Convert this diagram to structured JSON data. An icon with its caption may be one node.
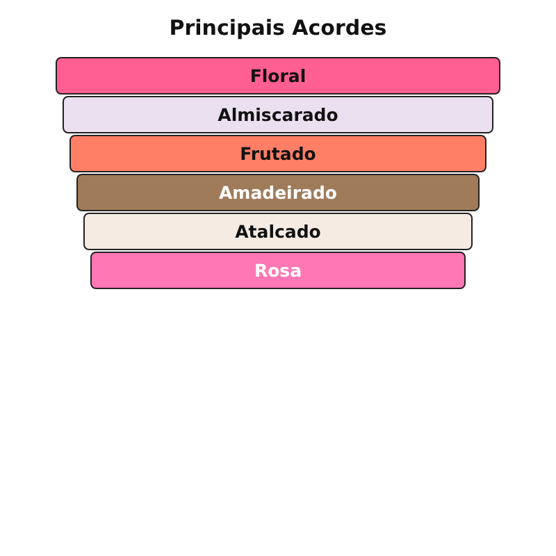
{
  "diagram": {
    "title": "Principais Acordes",
    "nodes": [
      {
        "text": [
          "Floral"
        ]
      },
      {
        "text": [
          "Almiscarado"
        ]
      },
      {
        "text": [
          "Frutado"
        ]
      },
      {
        "text": [
          "Amadeirado"
        ]
      },
      {
        "text": [
          "Atalcado"
        ]
      },
      {
        "text": [
          "Rosa"
        ]
      }
    ]
  }
}
